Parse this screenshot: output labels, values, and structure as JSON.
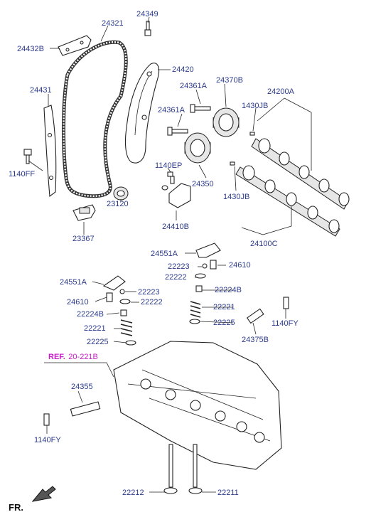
{
  "labels": {
    "p24349": "24349",
    "p24321": "24321",
    "p24432B": "24432B",
    "p24420": "24420",
    "p24431": "24431",
    "p24361A_1": "24361A",
    "p24370B": "24370B",
    "p24200A": "24200A",
    "p24361A_2": "24361A",
    "p1430JB_1": "1430JB",
    "p1140FF": "1140FF",
    "p1140EP": "1140EP",
    "p24350": "24350",
    "p1430JB_2": "1430JB",
    "p23120": "23120",
    "p23367": "23367",
    "p24410B": "24410B",
    "p24100C": "24100C",
    "p24551A_1": "24551A",
    "p22223_1": "22223",
    "p24610_1": "24610",
    "p22222_1": "22222",
    "p24551A_2": "24551A",
    "p22224B_1": "22224B",
    "p22223_2": "22223",
    "p24610_2": "24610",
    "p22222_2": "22222",
    "p22221_1": "22221",
    "p22224B_2": "22224B",
    "p22225_1": "22225",
    "p1140FY_1": "1140FY",
    "p22221_2": "22221",
    "p22225_2": "22225",
    "p24375B": "24375B",
    "p24355": "24355",
    "p1140FY_2": "1140FY",
    "p22212": "22212",
    "p22211": "22211"
  },
  "reference": {
    "prefix": "REF.",
    "number": "20-221B"
  },
  "direction": {
    "label": "FR."
  },
  "colors": {
    "label": "#2b3a8c",
    "reference": "#c81ec8",
    "line": "#222222"
  }
}
